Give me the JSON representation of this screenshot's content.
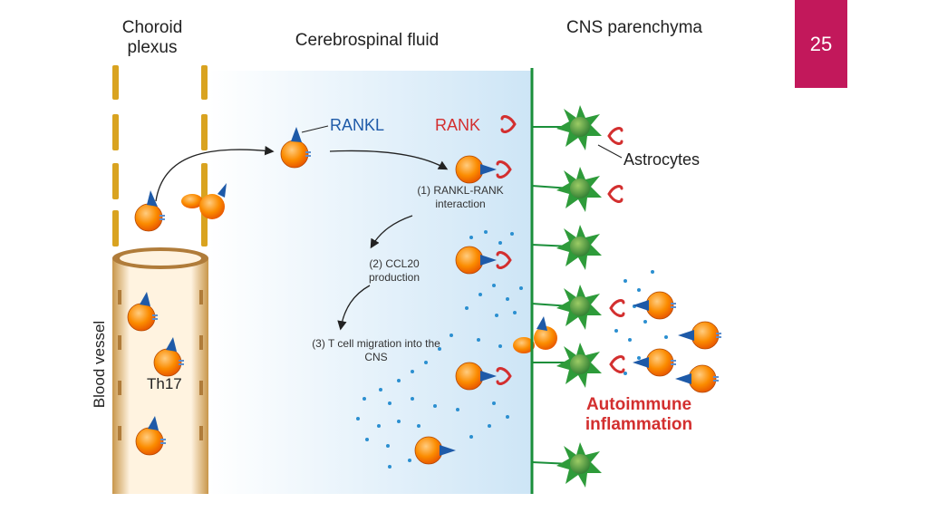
{
  "slide_number": "25",
  "headers": {
    "choroid_plexus": "Choroid plexus",
    "csf": "Cerebrospinal fluid",
    "cns_parenchyma": "CNS parenchyma"
  },
  "labels": {
    "rankl": "RANKL",
    "rank": "RANK",
    "astrocytes": "Astrocytes",
    "blood_vessel": "Blood vessel",
    "th17": "Th17"
  },
  "steps": {
    "step1": "(1) RANKL-RANK interaction",
    "step2": "(2) CCL20 production",
    "step3": "(3) T cell migration into the CNS"
  },
  "outcome": "Autoimmune inflammation",
  "colors": {
    "accent_magenta": "#c2185b",
    "astrocyte_green": "#2e7d32",
    "receptor_red": "#d32f2f",
    "cell_orange": "#f57c00",
    "rankl_blue": "#1e5aa8",
    "choroid_gold": "#d9a320",
    "csf_blue": "#cfe6f7"
  }
}
